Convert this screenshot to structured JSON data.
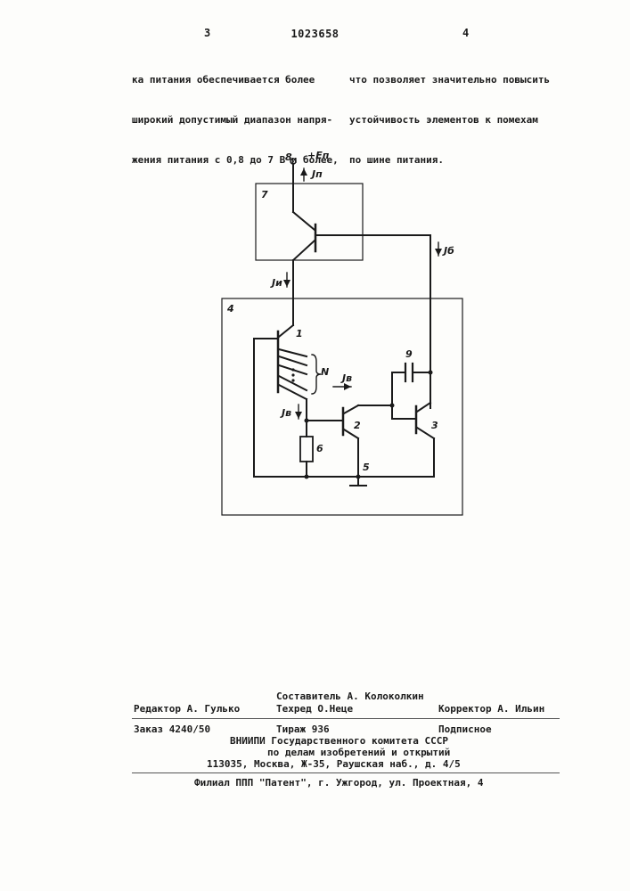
{
  "header": {
    "left_page": "3",
    "right_page": "4",
    "patent_number": "1023658"
  },
  "text": {
    "left_column": [
      "ка питания обеспечивается более",
      "широкий допустимый диапазон напря-",
      "жения питания с 0,8 до 7 В и более,"
    ],
    "right_column": [
      "что позволяет значительно повысить",
      "устойчивость элементов к помехам",
      "по шине питания."
    ]
  },
  "diagram_labels": {
    "terminal": "8",
    "supply": "+Eп",
    "current_supply": "Jп",
    "block_7": "7",
    "current_injector": "Jи",
    "current_bias": "Jб",
    "block_4": "4",
    "transistor_1": "1",
    "collectors": "N",
    "capacitor": "9",
    "current_out": "Jв",
    "current_base": "Jв",
    "transistor_2": "2",
    "transistor_3": "3",
    "resistor": "6",
    "ground": "5"
  },
  "colophon": {
    "compiler": "Составитель А. Колоколкин",
    "editor": "Редактор А. Гулько",
    "tech_editor": "Техред О.Неце",
    "proofreader": "Корректор А. Ильин",
    "order": "Заказ 4240/50",
    "circulation": "Тираж 936",
    "subscription": "Подписное",
    "org_1": "ВНИИПИ Государственного комитета СССР",
    "org_2": "по делам изобретений и открытий",
    "address": "113035, Москва, Ж-35, Раушская наб., д. 4/5",
    "branch": "Филиал ППП \"Патент\", г. Ужгород, ул. Проектная, 4"
  }
}
